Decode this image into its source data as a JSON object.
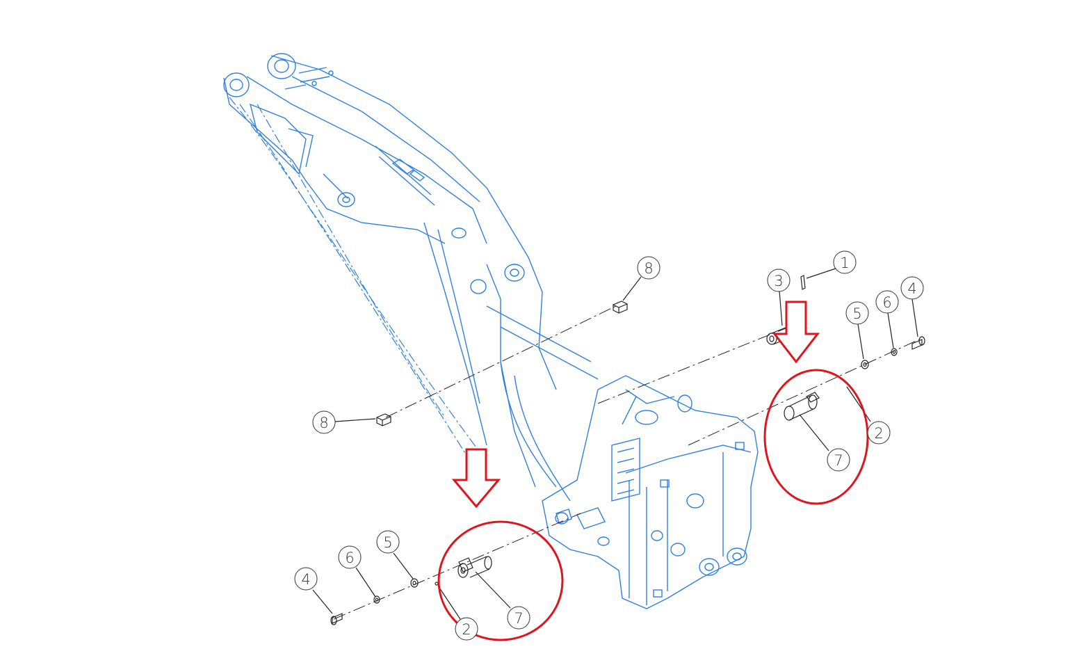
{
  "diagram": {
    "balloons": [
      {
        "id": "b1",
        "label": "1"
      },
      {
        "id": "b3",
        "label": "3"
      },
      {
        "id": "b5r",
        "label": "5"
      },
      {
        "id": "b6r",
        "label": "6"
      },
      {
        "id": "b4r",
        "label": "4"
      },
      {
        "id": "b8t",
        "label": "8"
      },
      {
        "id": "b8l",
        "label": "8"
      },
      {
        "id": "b2r",
        "label": "2"
      },
      {
        "id": "b7r",
        "label": "7"
      },
      {
        "id": "b4l",
        "label": "4"
      },
      {
        "id": "b6l",
        "label": "6"
      },
      {
        "id": "b5l",
        "label": "5"
      },
      {
        "id": "b2l",
        "label": "2"
      },
      {
        "id": "b7l",
        "label": "7"
      }
    ],
    "colors": {
      "assembly": "#2f7fe0",
      "parts": "#222222",
      "highlight": "#e0141c"
    }
  }
}
